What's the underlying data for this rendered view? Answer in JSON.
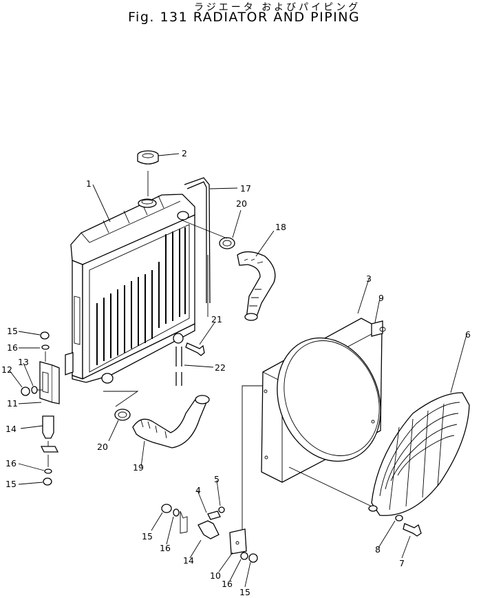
{
  "title_jp": "ラジエータ およびパイピング",
  "title_en": "Fig. 131 RADIATOR AND PIPING",
  "labels": {
    "l1": "1",
    "l2": "2",
    "l3": "3",
    "l4": "4",
    "l5": "5",
    "l6": "6",
    "l7": "7",
    "l8": "8",
    "l9": "9",
    "l10": "10",
    "l11": "11",
    "l12": "12",
    "l13": "13",
    "l14a": "14",
    "l14b": "14",
    "l15a": "15",
    "l15b": "15",
    "l15c": "15",
    "l15d": "15",
    "l16a": "16",
    "l16b": "16",
    "l16c": "16",
    "l16d": "16",
    "l17": "17",
    "l18": "18",
    "l19": "19",
    "l20a": "20",
    "l20b": "20",
    "l21": "21",
    "l22": "22"
  }
}
